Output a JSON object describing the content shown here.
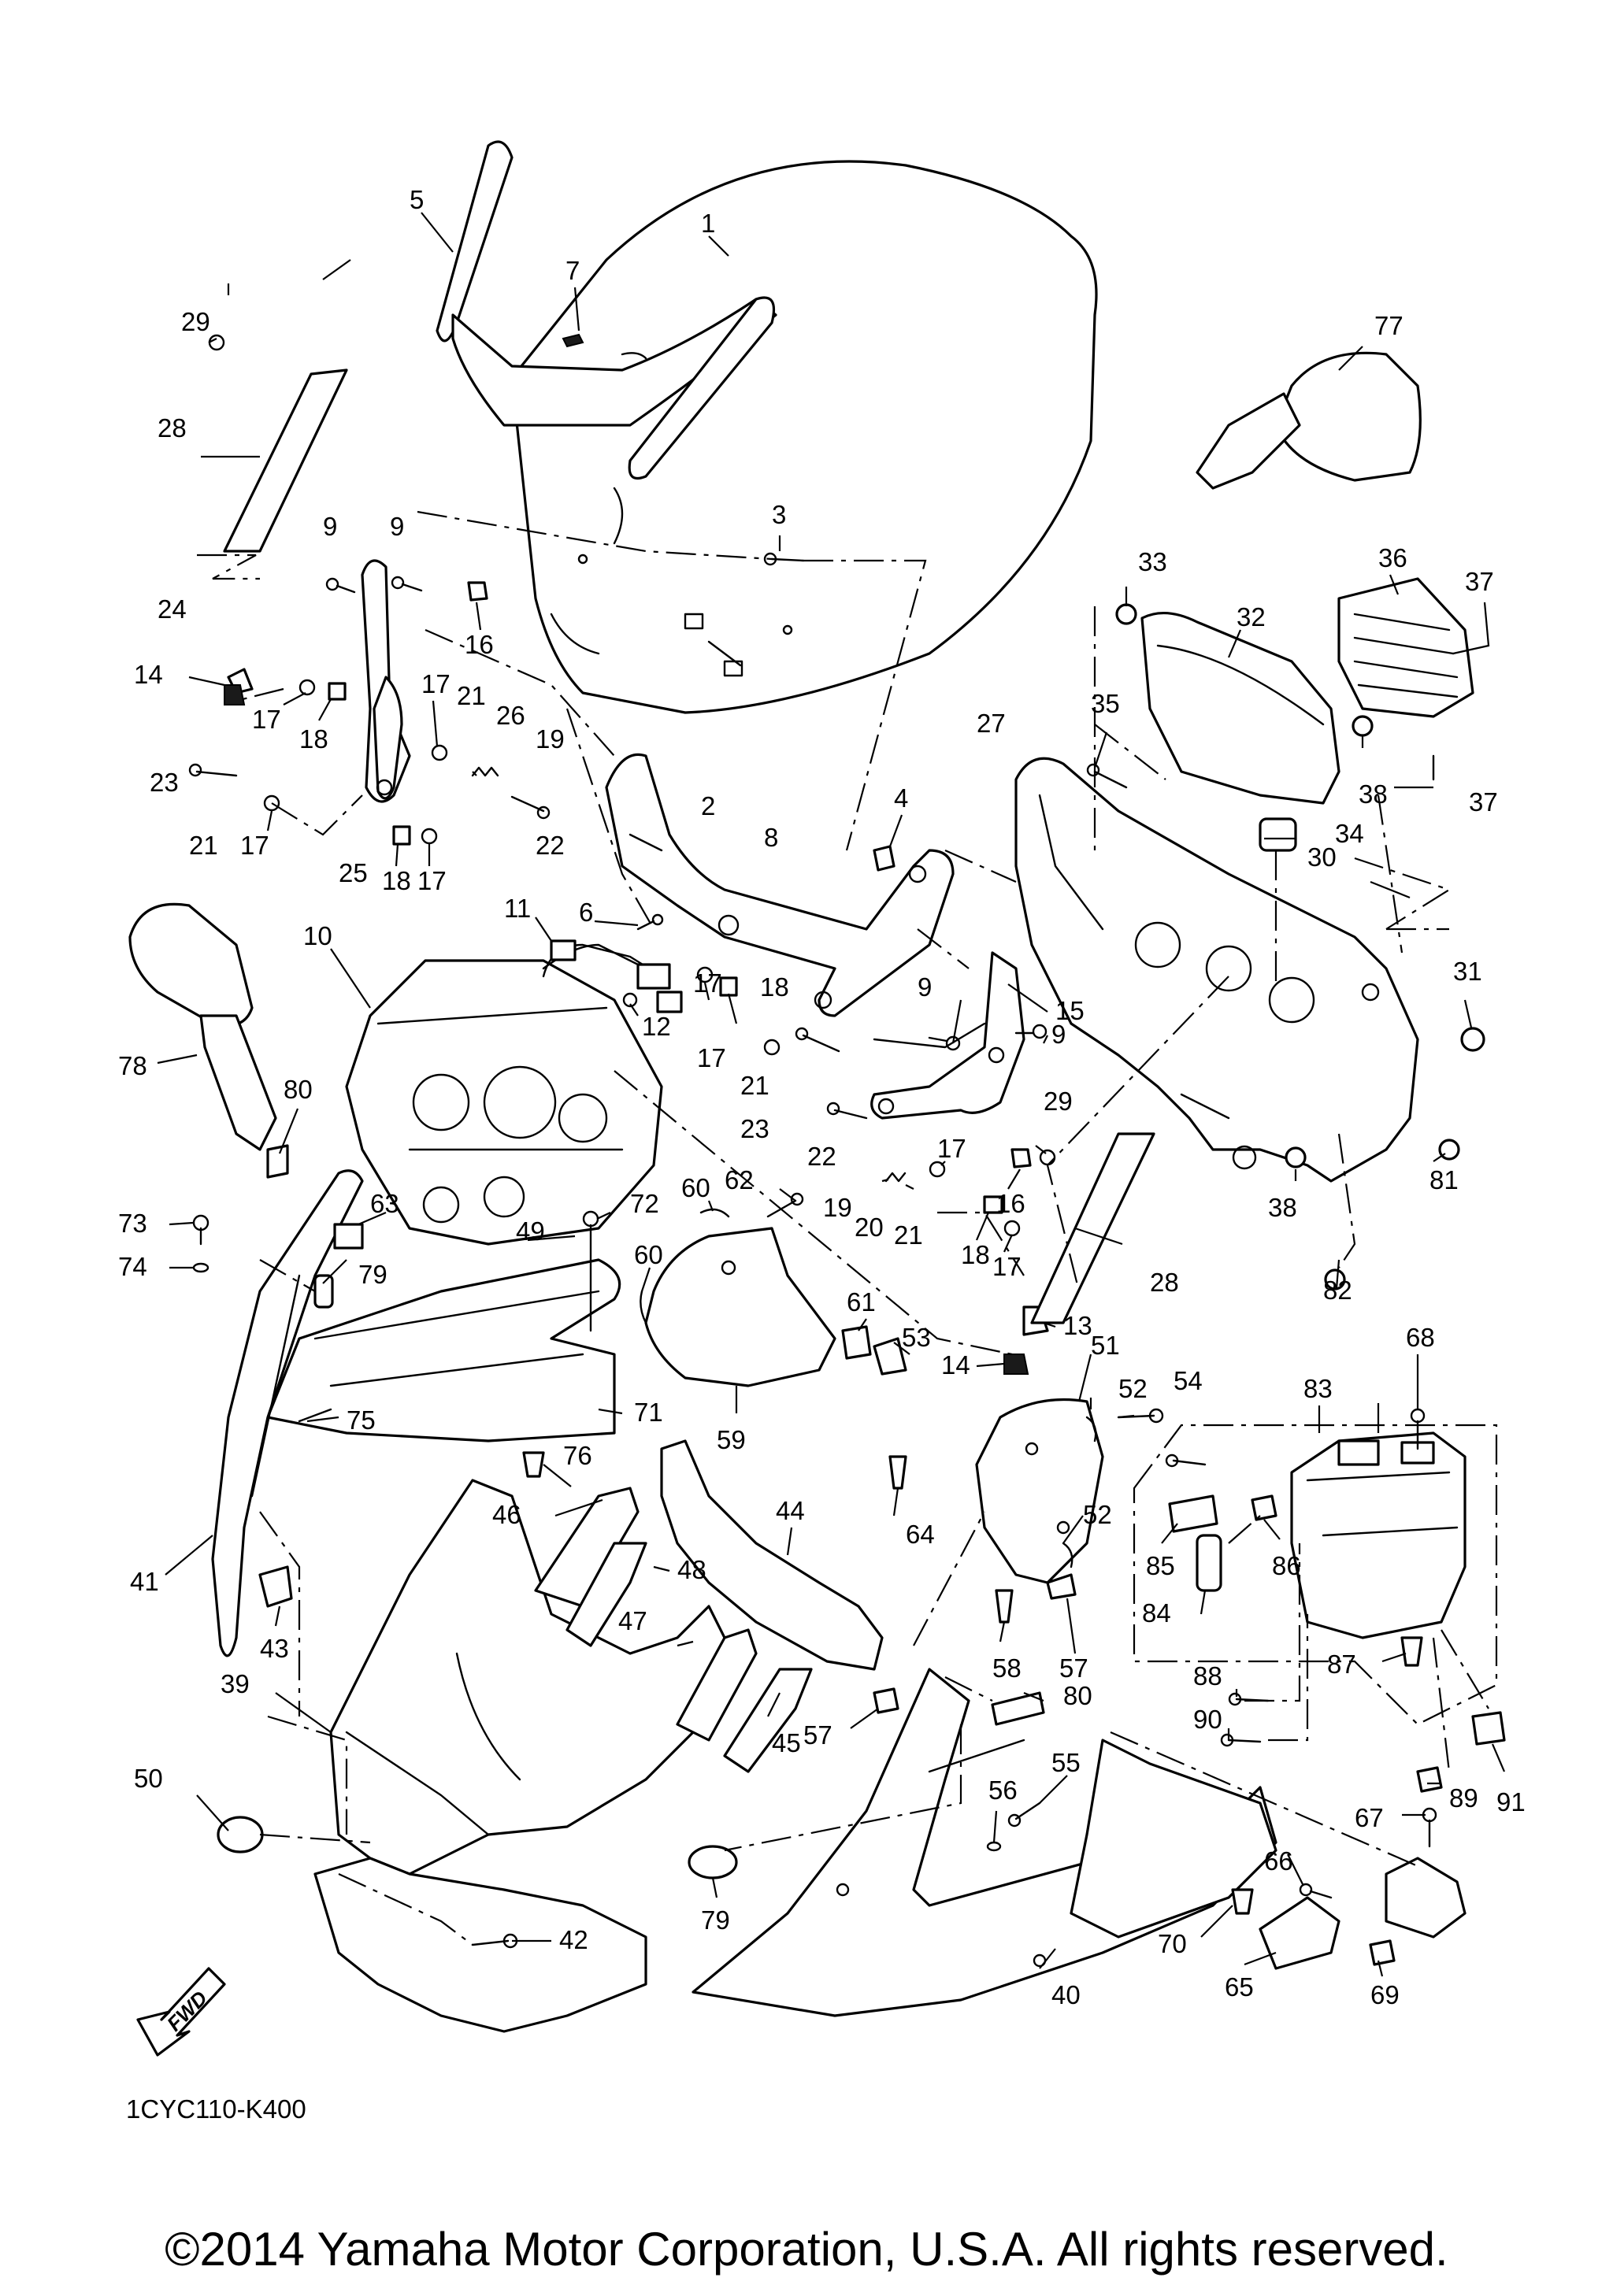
{
  "diagram": {
    "drawing_code": "1CYC110-K400",
    "fwd_label": "FWD",
    "copyright": "©2014 Yamaha Motor Corporation, U.S.A. All rights reserved.",
    "callouts": {
      "c1": "1",
      "c2": "2",
      "c3": "3",
      "c4": "4",
      "c5": "5",
      "c6": "6",
      "c7": "7",
      "c8": "8",
      "c9a": "9",
      "c9b": "9",
      "c9c": "9",
      "c9d": "9",
      "c10": "10",
      "c11": "11",
      "c12": "12",
      "c13": "13",
      "c14a": "14",
      "c14b": "14",
      "c15": "15",
      "c16a": "16",
      "c16b": "16",
      "c17a": "17",
      "c17b": "17",
      "c17c": "17",
      "c17d": "17",
      "c17e": "17",
      "c17f": "17",
      "c17g": "17",
      "c17h": "17",
      "c18a": "18",
      "c18b": "18",
      "c18c": "18",
      "c18d": "18",
      "c19a": "19",
      "c19b": "19",
      "c20": "20",
      "c21a": "21",
      "c21b": "21",
      "c21c": "21",
      "c21d": "21",
      "c22a": "22",
      "c22b": "22",
      "c23a": "23",
      "c23b": "23",
      "c24": "24",
      "c25": "25",
      "c26": "26",
      "c27": "27",
      "c28a": "28",
      "c28b": "28",
      "c29a": "29",
      "c29b": "29",
      "c30": "30",
      "c31": "31",
      "c32": "32",
      "c33": "33",
      "c34": "34",
      "c35": "35",
      "c36": "36",
      "c37a": "37",
      "c37b": "37",
      "c38a": "38",
      "c38b": "38",
      "c39": "39",
      "c40": "40",
      "c41": "41",
      "c42": "42",
      "c43": "43",
      "c44": "44",
      "c45": "45",
      "c46": "46",
      "c47": "47",
      "c48": "48",
      "c49": "49",
      "c50": "50",
      "c51": "51",
      "c52a": "52",
      "c52b": "52",
      "c53": "53",
      "c54": "54",
      "c55": "55",
      "c56": "56",
      "c57a": "57",
      "c57b": "57",
      "c58": "58",
      "c59": "59",
      "c60a": "60",
      "c60b": "60",
      "c61": "61",
      "c62": "62",
      "c63": "63",
      "c64": "64",
      "c65": "65",
      "c66": "66",
      "c67": "67",
      "c68": "68",
      "c69": "69",
      "c70": "70",
      "c71": "71",
      "c72": "72",
      "c73": "73",
      "c74": "74",
      "c75": "75",
      "c76": "76",
      "c77": "77",
      "c78": "78",
      "c79a": "79",
      "c79b": "79",
      "c80a": "80",
      "c80b": "80",
      "c81": "81",
      "c82": "82",
      "c83": "83",
      "c84": "84",
      "c85": "85",
      "c86": "86",
      "c87": "87",
      "c88": "88",
      "c89": "89",
      "c90": "90",
      "c91": "91"
    }
  }
}
